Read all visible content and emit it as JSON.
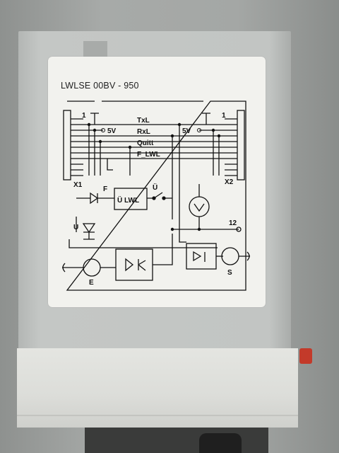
{
  "device": {
    "title": "LWLSE 00BV - 950",
    "indicator_color": "#c33a2a"
  },
  "schematic": {
    "pin_left": "1",
    "pin_right": "1",
    "connector_left": "X1",
    "connector_right": "X2",
    "signal_txl": "TxL",
    "signal_rxl": "RxL",
    "signal_quitt": "Quitt",
    "signal_f_lwl": "F_LWL",
    "voltage_left": "5V",
    "voltage_right": "5V",
    "fault_led": "F",
    "monitor_block": "Ü LWL",
    "switch_label": "Ü",
    "power_led": "U",
    "terminal_12": "12",
    "emitter": "E",
    "receiver": "S"
  }
}
